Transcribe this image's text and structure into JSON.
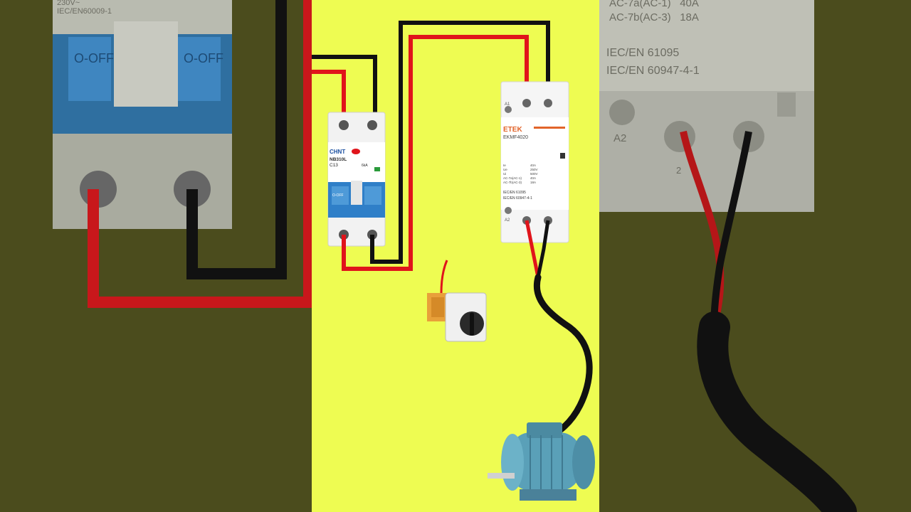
{
  "breaker": {
    "brand": "CHNT",
    "model": "NB310L",
    "rating": "C13",
    "side_text": "6kA",
    "toggle_label": "O-OFF"
  },
  "contactor": {
    "brand": "ETEK",
    "model": "EKMF4020",
    "terminal_a1": "A1",
    "terminal_a2": "A2",
    "spec_ie": "Ie",
    "spec_ie_val": "40A",
    "spec_ue": "Ue",
    "spec_ue_val": "250V",
    "spec_ui": "Ui",
    "spec_ui_val": "500V",
    "spec_ac1": "AC-7a(AC-1)",
    "spec_ac1_val": "40A",
    "spec_ac3": "AC-7b(AC-3)",
    "spec_ac3_val": "18A",
    "std1": "IEC/EN 61095",
    "std2": "IEC/EN 60947-4-1"
  },
  "zoom_left": {
    "voltage": "230V~",
    "standard": "IEC/EN60009-1",
    "toggle_left": "O-OFF",
    "toggle_right": "O-OFF"
  },
  "zoom_right": {
    "ac1": "AC-7a(AC-1)",
    "ac1_val": "40A",
    "ac3": "AC-7b(AC-3)",
    "ac3_val": "18A",
    "std1": "IEC/EN 61095",
    "std2": "IEC/EN 60947-4-1",
    "a2": "A2",
    "term2": "2"
  },
  "colors": {
    "background": "#eefc52",
    "wire_live": "#e0141b",
    "wire_neutral": "#111111",
    "breaker_blue": "#2f7fc8",
    "contactor_accent": "#e2642a",
    "motor": "#5aa0b8"
  }
}
